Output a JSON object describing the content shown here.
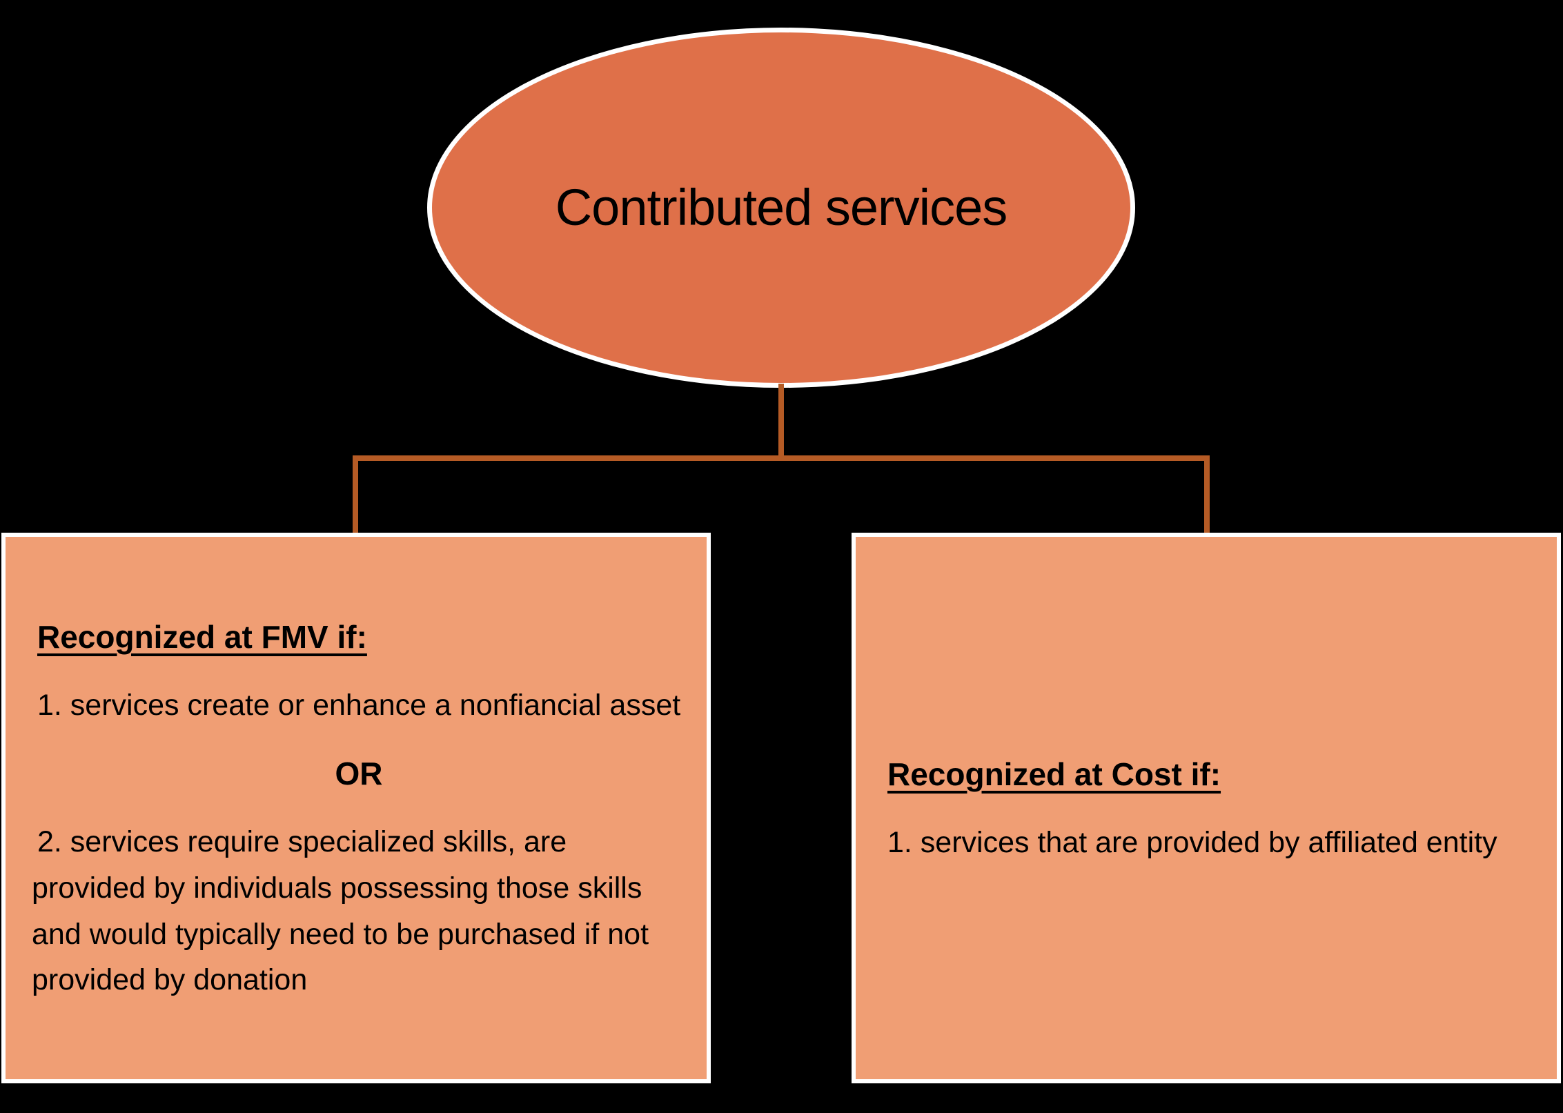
{
  "diagram": {
    "root_label": "Contributed services",
    "fmv_box": {
      "heading": "Recognized at FMV if:",
      "item1": "1. services create or enhance a nonfiancial asset",
      "or_label": "OR",
      "item2": "2. services require specialized skills, are provided by individuals possessing those skills and would typically need to be purchased if not provided by donation"
    },
    "cost_box": {
      "heading": "Recognized at Cost if:",
      "item1": "1. services that are provided by affiliated entity"
    },
    "colors": {
      "background": "#000000",
      "ellipse_fill": "#DF7049",
      "box_fill": "#F09E74",
      "connector": "#B55B25",
      "shape_border": "#FFFFFF",
      "text": "#000000"
    }
  }
}
